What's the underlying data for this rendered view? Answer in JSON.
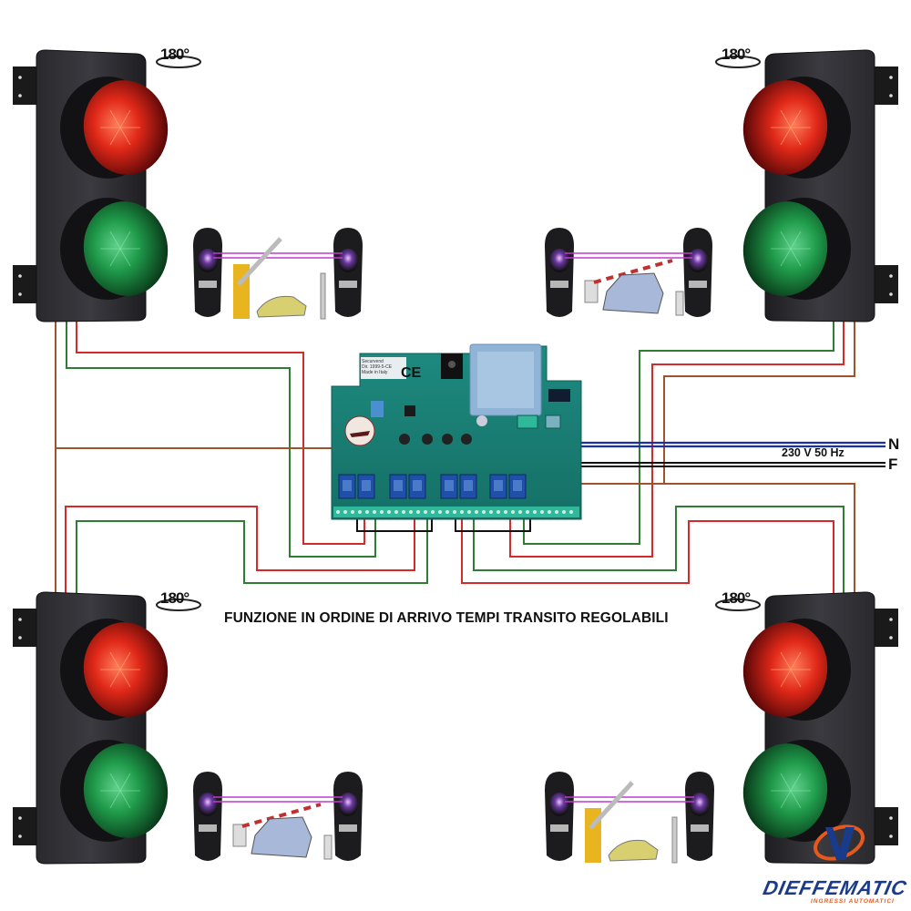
{
  "diagram": {
    "caption": "FUNZIONE IN ORDINE DI ARRIVO TEMPI TRANSITO REGOLABILI",
    "power_supply": {
      "label": "230 V 50 Hz",
      "terminals": [
        "N",
        "F"
      ]
    },
    "traffic_lights": [
      {
        "id": "top-left",
        "rotation_label": "180°",
        "lamps": [
          "red",
          "green"
        ]
      },
      {
        "id": "top-right",
        "rotation_label": "180°",
        "lamps": [
          "red",
          "green"
        ]
      },
      {
        "id": "bottom-left",
        "rotation_label": "180°",
        "lamps": [
          "red",
          "green"
        ]
      },
      {
        "id": "bottom-right",
        "rotation_label": "180°",
        "lamps": [
          "red",
          "green"
        ]
      }
    ],
    "photocell_pairs": [
      {
        "id": "top-left",
        "scene": "barrier-open-sports-car"
      },
      {
        "id": "top-right",
        "scene": "barrier-closed-sedan"
      },
      {
        "id": "bottom-left",
        "scene": "barrier-closed-sedan"
      },
      {
        "id": "bottom-right",
        "scene": "barrier-open-sports-car"
      }
    ],
    "control_board": {
      "label_lines": [
        "Securvend",
        "Dir. 1999-5-CE",
        "Made in Italy"
      ],
      "ce_mark": "CE",
      "relay_count": 8,
      "trimmer_count": 4
    },
    "wire_colors": {
      "red": "#d42a2a",
      "green": "#2e7d32",
      "brown": "#a0522d",
      "neutral_blue": "#1a2faa",
      "phase_black": "#111111"
    },
    "brand": {
      "name": "DIEFFEMATIC",
      "tagline": "INGRESSI AUTOMATICI",
      "colors": {
        "primary": "#1a3a8a",
        "accent": "#e8581c"
      }
    }
  }
}
